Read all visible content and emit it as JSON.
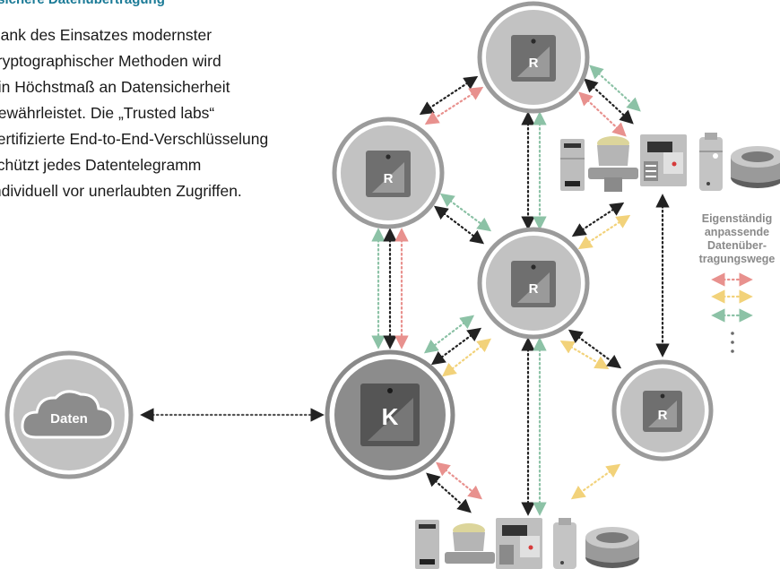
{
  "heading": "nsichere Datenübertragung",
  "paragraph": {
    "lines": [
      "Dank des Einsatzes modernster",
      "kryptographischer Methoden wird",
      "ein Höchstmaß an Datensicherheit",
      "gewährleistet. Die „Trusted labs“",
      "zertifizierte End-to-End-Verschlüsselung",
      "schützt jedes Datentelegramm",
      "individuell vor unerlaubten Zugriffen."
    ]
  },
  "cloud": {
    "label": "Daten",
    "icon": "cloud-icon"
  },
  "nodes": {
    "repeater_letter": "R",
    "central_letter": "K"
  },
  "side_panel": {
    "label_lines": [
      "Eigenständig",
      "anpassende",
      "Datenüber-",
      "tragungswege"
    ],
    "more_indicator": "⋮"
  },
  "colors": {
    "accent": "#1a7a96",
    "node_ring": "#9b9b9b",
    "node_fill": "#c2c2c2",
    "device_box": "#6f6f6f",
    "central_fill": "#8c8c8c",
    "central_box": "#555555",
    "link_black": "#222222",
    "link_pink": "#e8918e",
    "link_yellow": "#f2d27a",
    "link_green": "#8cc2a6"
  }
}
